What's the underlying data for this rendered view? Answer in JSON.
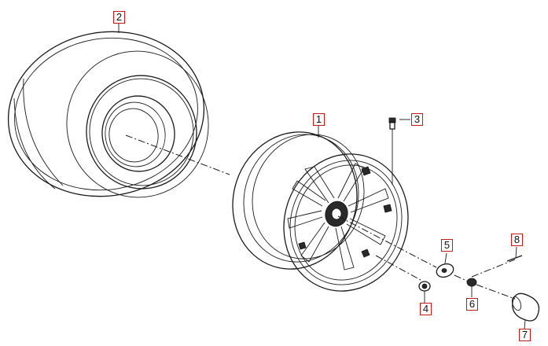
{
  "diagram": {
    "parts": [
      {
        "id": "1",
        "label": "1"
      },
      {
        "id": "2",
        "label": "2"
      },
      {
        "id": "3",
        "label": "3"
      },
      {
        "id": "4",
        "label": "4"
      },
      {
        "id": "5",
        "label": "5"
      },
      {
        "id": "6",
        "label": "6"
      },
      {
        "id": "7",
        "label": "7"
      },
      {
        "id": "8",
        "label": "8"
      }
    ],
    "colors": {
      "label_border": "#c41a1a",
      "ink": "#1a1a1a",
      "background": "#ffffff"
    }
  }
}
